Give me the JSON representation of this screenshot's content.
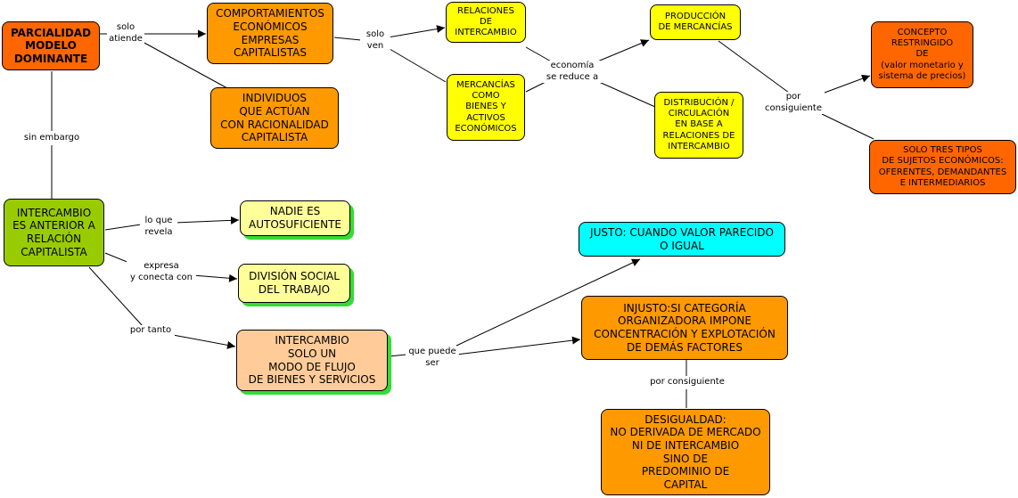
{
  "concept_map": {
    "nodes": {
      "parcialidad": "PARCIALIDAD\nMODELO\nDOMINANTE",
      "comportamientos": "COMPORTAMIENTOS\nECONÓMICOS\nEMPRESAS\nCAPITALISTAS",
      "individuos": "INDIVIDUOS\nQUE ACTÚAN\nCON RACIONALIDAD\nCAPITALISTA",
      "relaciones": "RELACIONES\nDE\nINTERCAMBIO",
      "mercancias": "MERCANCÍAS\nCOMO\nBIENES Y\nACTIVOS\nECONÓMICOS",
      "produccion": "PRODUCCIÓN\nDE MERCANCÍAS",
      "distribucion": "DISTRIBUCIÓN /\nCIRCULACIÓN\nEN BASE A\nRELACIONES DE\nINTERCAMBIO",
      "concepto": "CONCEPTO\nRESTRINGIDO\nDE\n(valor monetario y\nsistema de precios)",
      "solo_tres": "SOLO TRES TIPOS\nDE SUJETOS ECONÓMICOS:\nOFERENTES, DEMANDANTES\nE INTERMEDIARIOS",
      "intercambio_anterior": "INTERCAMBIO\nES ANTERIOR A\nRELACIÓN\nCAPITALISTA",
      "nadie": "NADIE ES\nAUTOSUFICIENTE",
      "division": "DIVISIÓN SOCIAL\nDEL TRABAJO",
      "intercambio_modo": "INTERCAMBIO\nSOLO UN\nMODO DE FLUJO\nDE BIENES Y SERVICIOS",
      "justo": "JUSTO: CUANDO VALOR PARECIDO\nO IGUAL",
      "injusto": "INJUSTO:SI CATEGORÍA\nORGANIZADORA IMPONE\nCONCENTRACIÓN Y EXPLOTACIÓN\nDE DEMÁS FACTORES",
      "desigualdad": "DESIGUALDAD:\nNO DERIVADA DE MERCADO\nNI DE INTERCAMBIO\nSINO DE\nPREDOMINIO DE\nCAPITAL"
    },
    "links": {
      "solo_atiende": "solo\natiende",
      "solo_ven": "solo\nven",
      "economia": "economía\nse reduce a",
      "por_consiguiente_1": "por\nconsiguiente",
      "sin_embargo": "sin embargo",
      "lo_que_revela": "lo que\nrevela",
      "expresa": "expresa\ny conecta con",
      "por_tanto": "por tanto",
      "que_puede_ser": "que puede\nser",
      "por_consiguiente_2": "por consiguiente"
    },
    "colors": {
      "red_orange": "#ff6600",
      "orange": "#ff9900",
      "yellow": "#ffff00",
      "green": "#99cc00",
      "light_yellow": "#ffff99",
      "peach": "#ffcc99",
      "cyan": "#00ffff",
      "shadow_green": "#33dd33"
    }
  }
}
